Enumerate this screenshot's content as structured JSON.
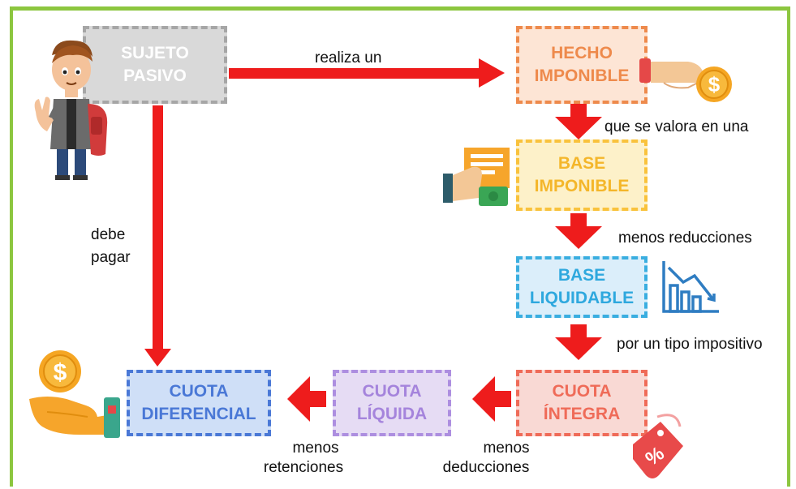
{
  "colors": {
    "frame": "#8cc63f",
    "arrow": "#ee1c1c",
    "sujeto_fill": "#d9d9d9",
    "sujeto_border": "#a6a6a6",
    "sujeto_text": "#ffffff",
    "hecho_fill": "#fde5d5",
    "hecho_border": "#ee8a4c",
    "hecho_text": "#ee8a4c",
    "base_imp_fill": "#fdf1c9",
    "base_imp_border": "#f9c23c",
    "base_imp_text": "#f4b62a",
    "base_liq_fill": "#dbeefa",
    "base_liq_border": "#3aaee0",
    "base_liq_text": "#2ea8de",
    "cuota_integra_fill": "#f9d9d4",
    "cuota_integra_border": "#ef6b58",
    "cuota_integra_text": "#ef6b58",
    "cuota_liquida_fill": "#e6dcf4",
    "cuota_liquida_border": "#ad8ee0",
    "cuota_liquida_text": "#a584dc",
    "cuota_dif_fill": "#cfdff7",
    "cuota_dif_border": "#4a78d6",
    "cuota_dif_text": "#4a78d6"
  },
  "boxes": {
    "sujeto_pasivo": {
      "line1": "SUJETO",
      "line2": "PASIVO"
    },
    "hecho_imponible": {
      "line1": "HECHO",
      "line2": "IMPONIBLE"
    },
    "base_imponible": {
      "line1": "BASE",
      "line2": "IMPONIBLE"
    },
    "base_liquidable": {
      "line1": "BASE",
      "line2": "LIQUIDABLE"
    },
    "cuota_integra": {
      "line1": "CUOTA",
      "line2": "ÍNTEGRA"
    },
    "cuota_liquida": {
      "line1": "CUOTA",
      "line2": "LÍQUIDA"
    },
    "cuota_diferencial": {
      "line1": "CUOTA",
      "line2": "DIFERENCIAL"
    }
  },
  "labels": {
    "realiza_un": "realiza un",
    "que_se_valora": "que se valora en una",
    "menos_reducciones": "menos reducciones",
    "por_un_tipo": "por un tipo impositivo",
    "debe": "debe",
    "pagar": "pagar",
    "menos_ded_1": "menos",
    "menos_ded_2": "deducciones",
    "menos_ret_1": "menos",
    "menos_ret_2": "retenciones"
  },
  "icons": {
    "person": "person-with-backpack-icon",
    "coin_hand": "hand-giving-coin-icon",
    "document_hand": "hand-with-document-and-money-icon",
    "chart_down": "declining-bar-chart-icon",
    "hand_coin_card": "hand-receiving-coin-icon",
    "discount_tag": "percent-discount-tag-icon",
    "percent_symbol": "%"
  }
}
